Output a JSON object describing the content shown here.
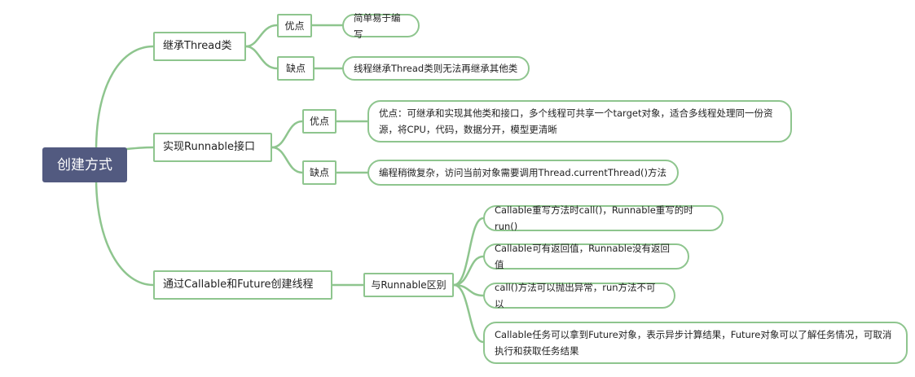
{
  "root": "创建方式",
  "branches": [
    {
      "label": "继承Thread类",
      "children": [
        {
          "label": "优点",
          "leaf": "简单易于编写"
        },
        {
          "label": "缺点",
          "leaf": "线程继承Thread类则无法再继承其他类"
        }
      ]
    },
    {
      "label": "实现Runnable接口",
      "children": [
        {
          "label": "优点",
          "leaf": "优点：可继承和实现其他类和接口，多个线程可共享一个target对象，适合多线程处理同一份资源，将CPU，代码，数据分开，模型更清晰"
        },
        {
          "label": "缺点",
          "leaf": "编程稍微复杂，访问当前对象需要调用Thread.currentThread()方法"
        }
      ]
    },
    {
      "label": "通过Callable和Future创建线程",
      "children": [
        {
          "label": "与Runnable区别",
          "leaves": [
            "Callable重写方法时call()，Runnable重写的时run()",
            "Callable可有返回值，Runnable没有返回值",
            "call()方法可以抛出异常，run方法不可以",
            "Callable任务可以拿到Future对象，表示异步计算结果，Future对象可以了解任务情况，可取消执行和获取任务结果"
          ]
        }
      ]
    }
  ],
  "colors": {
    "root_bg": "#525a80",
    "line": "#8ec58e",
    "text": "#222222"
  }
}
